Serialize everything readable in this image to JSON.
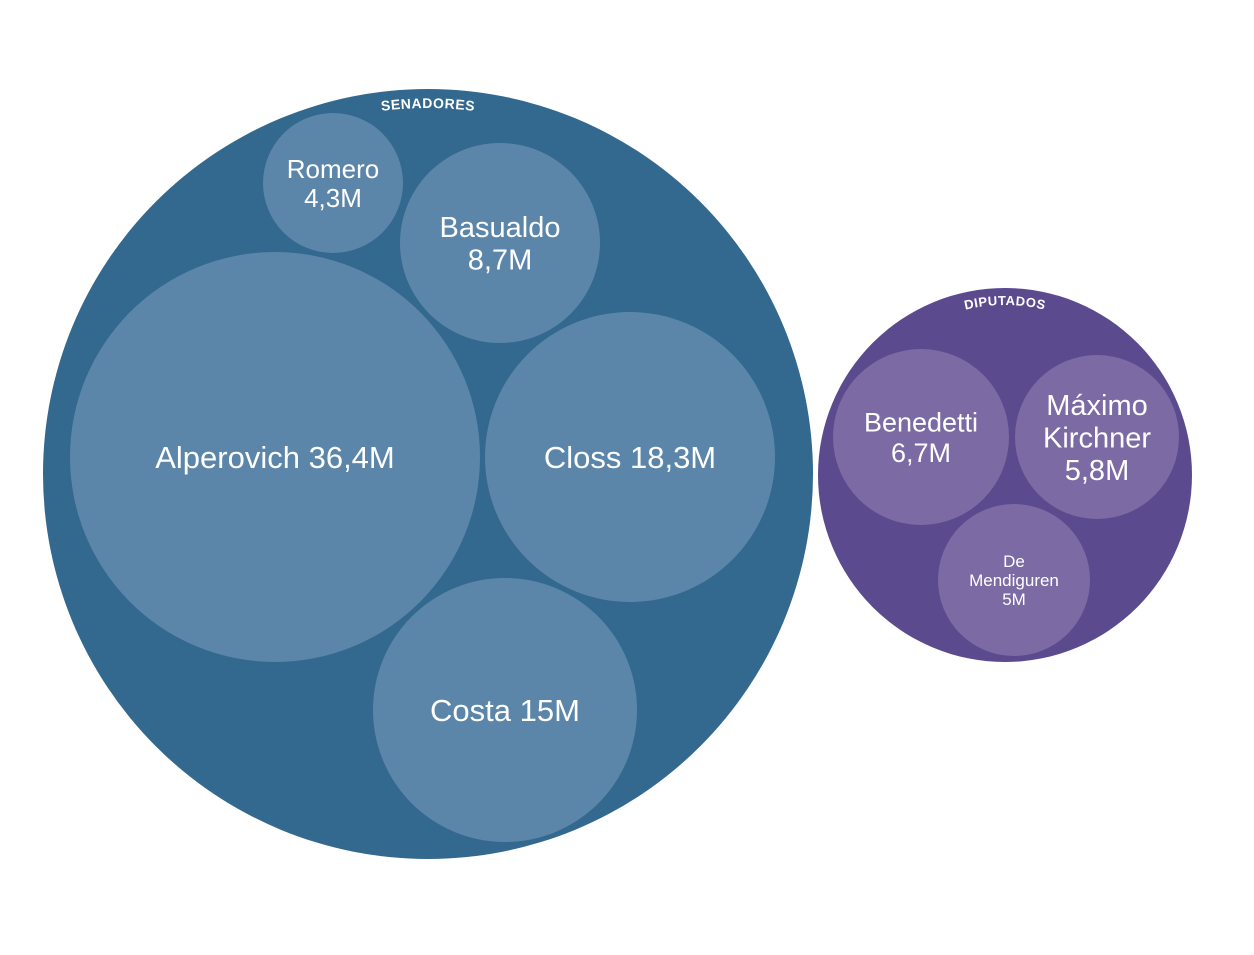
{
  "chart_data": {
    "type": "circle-packing",
    "groups": [
      {
        "label": "SENADORES",
        "color": "#33688f",
        "leaf_color": "#5b86a9",
        "children": [
          {
            "name": "Romero",
            "value": 4.3,
            "value_label": "4,3M"
          },
          {
            "name": "Basualdo",
            "value": 8.7,
            "value_label": "8,7M"
          },
          {
            "name": "Alperovich",
            "value": 36.4,
            "value_label": "36,4M"
          },
          {
            "name": "Closs",
            "value": 18.3,
            "value_label": "18,3M"
          },
          {
            "name": "Costa",
            "value": 15.0,
            "value_label": "15M"
          }
        ]
      },
      {
        "label": "DIPUTADOS",
        "color": "#5c4a8e",
        "leaf_color": "#7b6aa4",
        "children": [
          {
            "name": "Benedetti",
            "value": 6.7,
            "value_label": "6,7M"
          },
          {
            "name": "Máximo Kirchner",
            "value": 5.8,
            "value_label": "5,8M"
          },
          {
            "name": "De Mendiguren",
            "value": 5.0,
            "value_label": "5M"
          }
        ]
      }
    ]
  }
}
